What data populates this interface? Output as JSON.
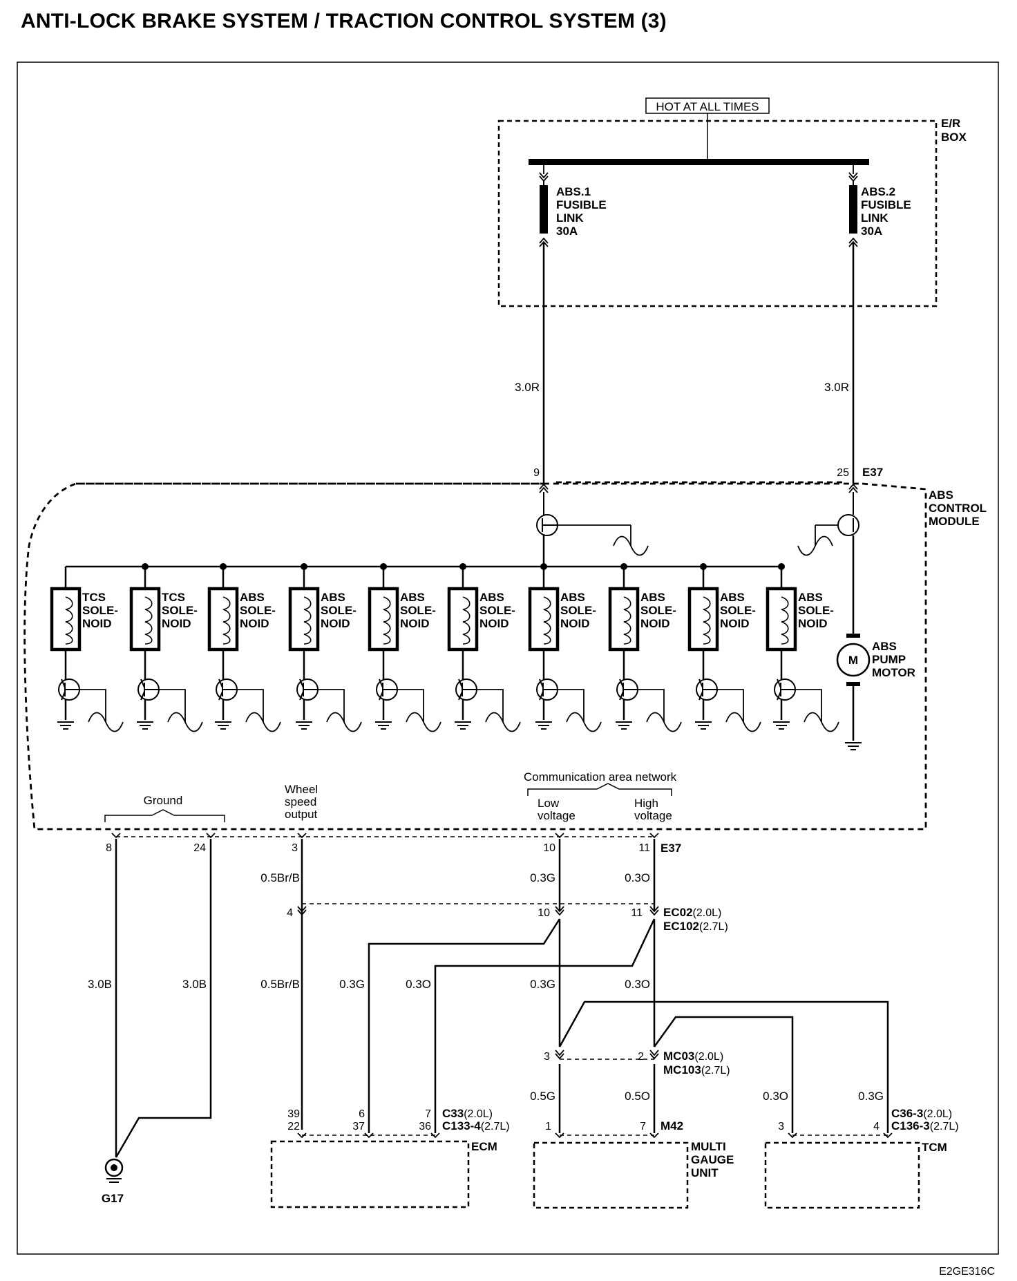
{
  "title": "ANTI-LOCK BRAKE SYSTEM / TRACTION CONTROL SYSTEM (3)",
  "figure_code": "E2GE316C",
  "er_box": {
    "hot_label": "HOT AT ALL TIMES",
    "label": [
      "E/R",
      "BOX"
    ],
    "fuse1": [
      "ABS.1",
      "FUSIBLE",
      "LINK",
      "30A"
    ],
    "fuse2": [
      "ABS.2",
      "FUSIBLE",
      "LINK",
      "30A"
    ]
  },
  "wires": {
    "feed1": "3.0R",
    "feed2": "3.0R",
    "ground1": "3.0B",
    "ground2": "3.0B",
    "wss1": "0.5Br/B",
    "wss2": "0.5Br/B",
    "low_ec": "0.3G",
    "high_ec": "0.3O",
    "ecm_g": "0.3G",
    "ecm_o": "0.3O",
    "low_mc": "0.3G",
    "high_mc": "0.3O",
    "mgu_g": "0.5G",
    "mgu_o": "0.5O",
    "tcm_o": "0.3O",
    "tcm_g": "0.3G"
  },
  "module": {
    "label": [
      "ABS",
      "CONTROL",
      "MODULE"
    ],
    "connector_top": "E37",
    "pin_top1": "9",
    "pin_top2": "25",
    "solenoids": [
      [
        "TCS",
        "SOLE-",
        "NOID"
      ],
      [
        "TCS",
        "SOLE-",
        "NOID"
      ],
      [
        "ABS",
        "SOLE-",
        "NOID"
      ],
      [
        "ABS",
        "SOLE-",
        "NOID"
      ],
      [
        "ABS",
        "SOLE-",
        "NOID"
      ],
      [
        "ABS",
        "SOLE-",
        "NOID"
      ],
      [
        "ABS",
        "SOLE-",
        "NOID"
      ],
      [
        "ABS",
        "SOLE-",
        "NOID"
      ],
      [
        "ABS",
        "SOLE-",
        "NOID"
      ],
      [
        "ABS",
        "SOLE-",
        "NOID"
      ]
    ],
    "pump": [
      "ABS",
      "PUMP",
      "MOTOR"
    ],
    "motor_symbol": "M",
    "ground_label": "Ground",
    "wss_label": [
      "Wheel",
      "speed",
      "output"
    ],
    "can_label": "Communication area network",
    "low_label": [
      "Low",
      "voltage"
    ],
    "high_label": [
      "High",
      "voltage"
    ]
  },
  "bottom_pins": {
    "connector": "E37",
    "p8": "8",
    "p24": "24",
    "p3": "3",
    "p10": "10",
    "p11": "11"
  },
  "ec02": {
    "pin_wss": "4",
    "pin_low": "10",
    "pin_high": "11",
    "label1_a": "EC02",
    "label1_b": "(2.0L)",
    "label2_a": "EC102",
    "label2_b": "(2.7L)"
  },
  "mc03": {
    "pin_low": "3",
    "pin_high": "2",
    "label1_a": "MC03",
    "label1_b": "(2.0L)",
    "label2_a": "MC103",
    "label2_b": "(2.7L)"
  },
  "ecm": {
    "label": "ECM",
    "pins_a": [
      "39",
      "6",
      "7"
    ],
    "pins_b": [
      "22",
      "37",
      "36"
    ],
    "conn1_a": "C33",
    "conn1_b": "(2.0L)",
    "conn2_a": "C133-4",
    "conn2_b": "(2.7L)"
  },
  "mgu": {
    "label": [
      "MULTI",
      "GAUGE",
      "UNIT"
    ],
    "pin1": "1",
    "pin7": "7",
    "connector": "M42"
  },
  "tcm": {
    "label": "TCM",
    "pin3": "3",
    "pin4": "4",
    "conn1_a": "C36-3",
    "conn1_b": "(2.0L)",
    "conn2_a": "C136-3",
    "conn2_b": "(2.7L)"
  },
  "g17": "G17"
}
